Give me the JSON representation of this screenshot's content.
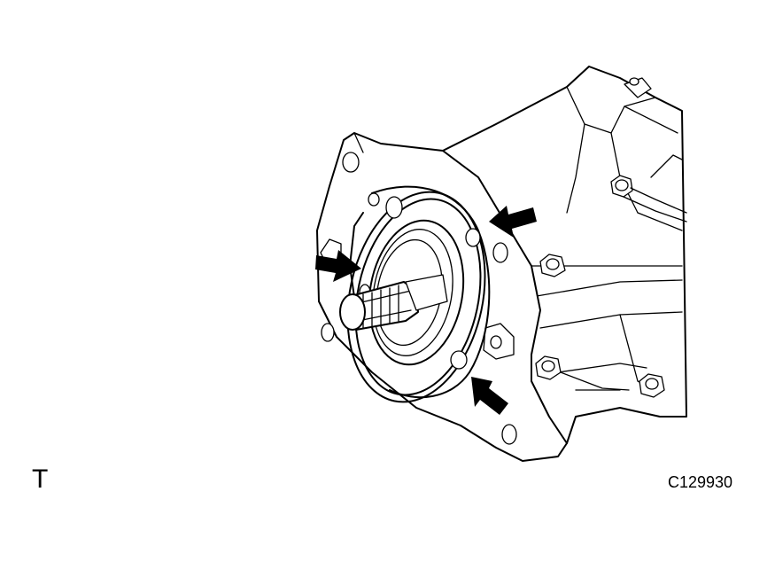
{
  "figure": {
    "corner_label": "T",
    "figure_code": "C129930"
  },
  "callouts": {
    "count": 3,
    "style": "solid-black-arrow"
  }
}
